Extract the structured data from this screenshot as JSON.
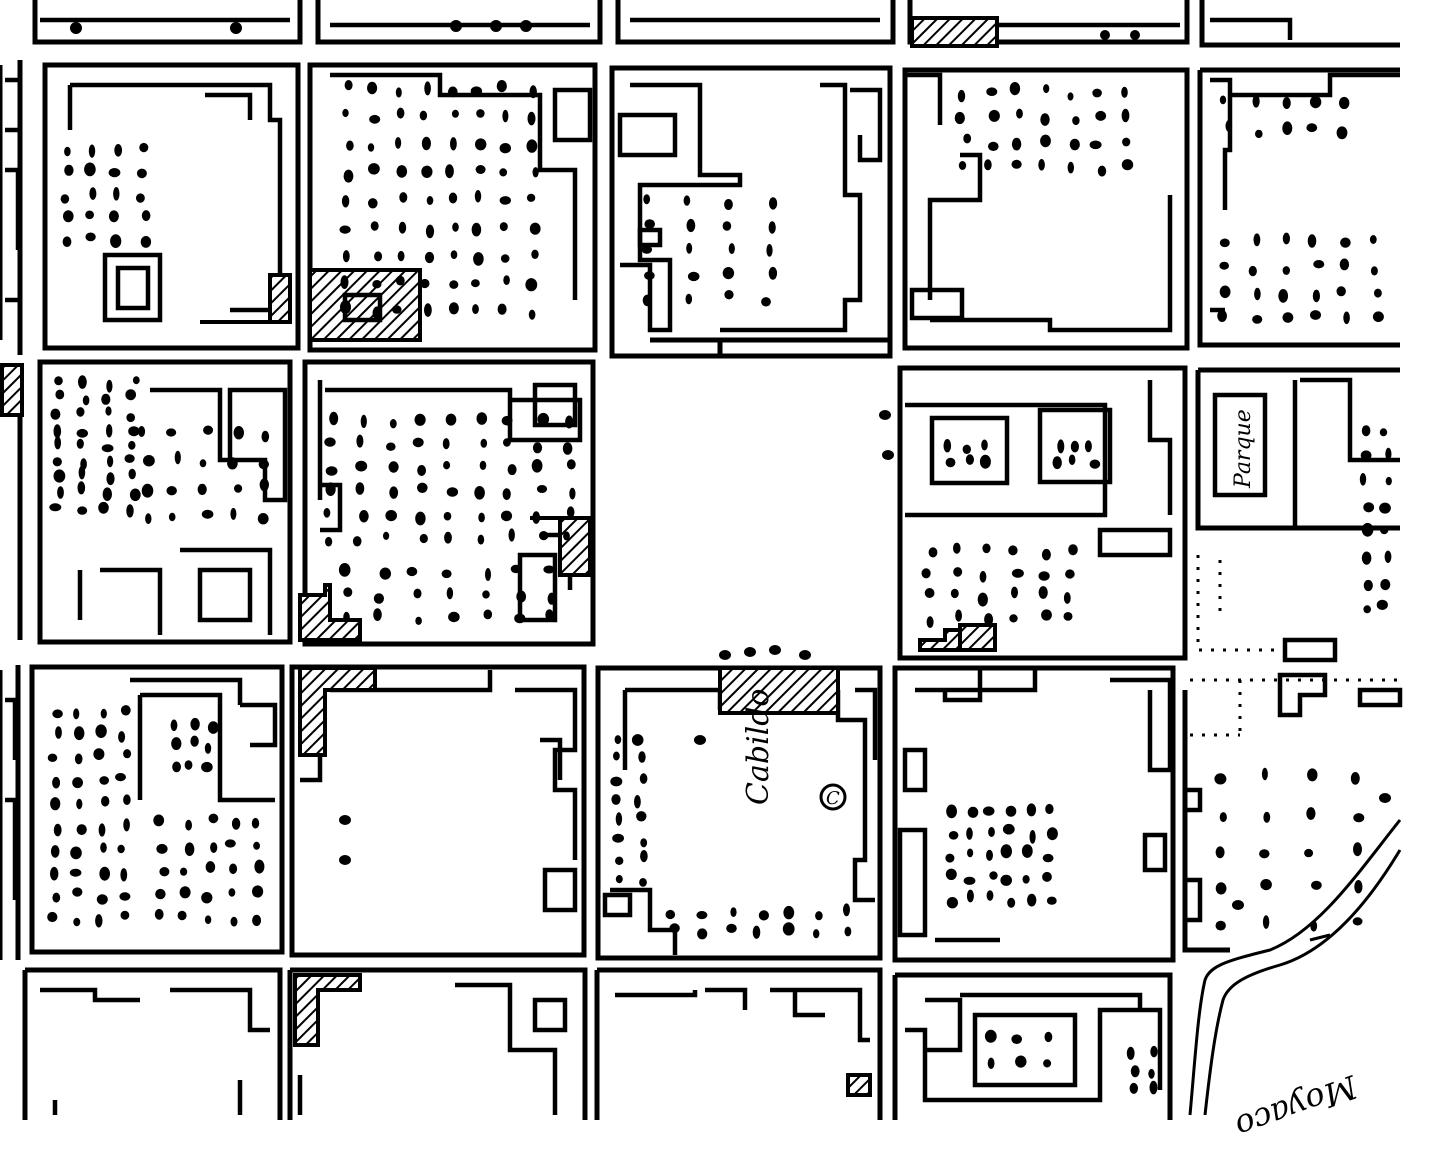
{
  "map": {
    "labels": {
      "cabildo": "Cabildo",
      "ciudadela_mark": "C",
      "parque": "Parque",
      "arroyo": "Moyaco"
    },
    "colors": {
      "ink": "#000000",
      "paper": "#ffffff"
    },
    "icons": {
      "trees": "tree-dot-icon",
      "built": "hatched-building-icon",
      "fountain": "circled-letter-icon"
    }
  }
}
